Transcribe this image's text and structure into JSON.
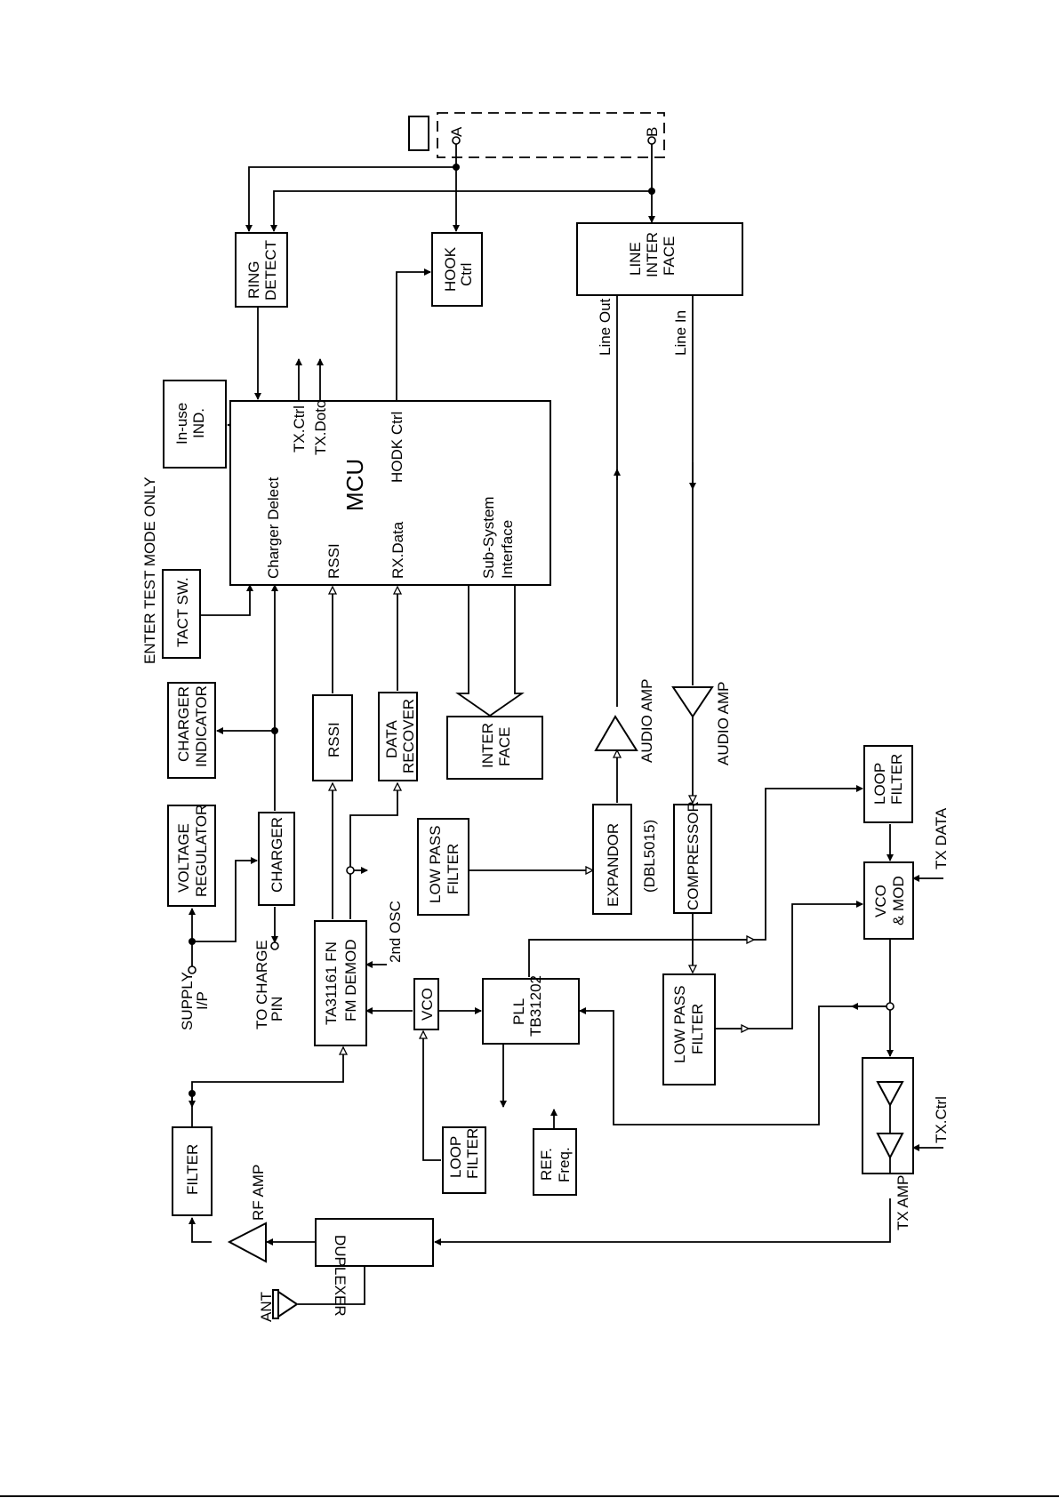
{
  "blocks": {
    "mcu": "MCU",
    "ring_detect": [
      "RING",
      "DETECT"
    ],
    "hook_ctrl": [
      "HOOK",
      "Ctrl"
    ],
    "line_interface": [
      "LINE",
      "INTER",
      "FACE"
    ],
    "in_use_ind": [
      "In-use",
      "IND."
    ],
    "tact_sw": "TACT SW.",
    "charger_indicator": [
      "CHARGER",
      "INDICATOR"
    ],
    "voltage_regulator": [
      "VOLTAGE",
      "REGULATOR"
    ],
    "charger": "CHARGER",
    "rssi": "RSSI",
    "data_recover": [
      "DATA",
      "RECOVER"
    ],
    "interface": [
      "INTER",
      "FACE"
    ],
    "fm_demod": [
      "TA31161 FN",
      "FM DEMOD"
    ],
    "low_pass_filter_rx": [
      "LOW PASS",
      "FILTER"
    ],
    "expandor": "EXPANDOR",
    "compressor": "COMPRESSOR",
    "loop_filter_tx": [
      "LOOP",
      "FILTER"
    ],
    "vco_mod": [
      "VCO",
      "& MOD"
    ],
    "vco": "VCO",
    "pll": [
      "PLL",
      "TB31202"
    ],
    "low_pass_filter_tx": [
      "LOW PASS",
      "FILTER"
    ],
    "loop_filter_pll": [
      "LOOP",
      "FILTER"
    ],
    "ref_freq": [
      "REF.",
      "Freq."
    ],
    "filter": "FILTER",
    "duplexer": "DUPLEXER"
  },
  "mcu_pins": {
    "charger_detect": "Charger Delect",
    "rssi": "RSSI",
    "rx_data": "RX.Data",
    "sub_system": [
      "Sub-System",
      "Interface"
    ],
    "tx_ctrl": "TX.Ctrl",
    "tx_data": "TX.Doto",
    "hook_ctrl": "HODK  Ctrl"
  },
  "labels": {
    "enter_test_mode": "ENTER TEST MODE ONLY",
    "supply_ip": [
      "SUPPLY",
      "I/P"
    ],
    "to_charge_pin": [
      "TO CHARGE",
      "PIN"
    ],
    "second_osc": "2nd  OSC",
    "line_out": "Line Out",
    "line_in": "Line In",
    "audio_amp_rx": "AUDIO AMP",
    "audio_amp_tx": "AUDIO AMP",
    "dbl5015": "(DBL5015)",
    "tx_data": "TX DATA",
    "tx_ctrl": "TX.Ctrl",
    "tx_amp": "TX AMP",
    "rf_amp": "RF AMP",
    "ant": "ANT",
    "terminal_a": "A",
    "terminal_b": "B"
  }
}
